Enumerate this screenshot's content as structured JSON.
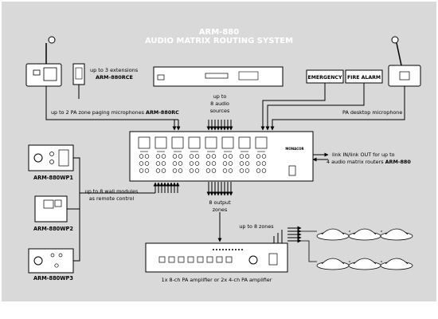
{
  "title": {
    "line1": "ARM-880",
    "line2": "AUDIO MATRIX ROUTING SYSTEM"
  },
  "labels": {
    "extensions_line1": "up to 3 extensions",
    "extensions_model": "ARM-880RCE",
    "paging_text": "up to 2 PA zone paging microphones",
    "paging_model": "ARM-880RC",
    "audio_sources_line1": "up to",
    "audio_sources_line2": "8 audio",
    "audio_sources_line3": "sources",
    "emergency": "EMERGENCY",
    "fire_alarm": "FIRE ALARM",
    "desktop_mic": "PA desktop microphone",
    "link_line1": "link IN/link OUT for up to",
    "link_line2_text": "4 audio matrix routers",
    "link_line2_model": "ARM-880",
    "wall_modules_line1": "up to 8 wall modules",
    "wall_modules_line2": "as remote control",
    "output_zones_line1": "8 output",
    "output_zones_line2": "zones",
    "up_to_8_zones": "up to 8 zones",
    "wp1": "ARM-880WP1",
    "wp2": "ARM-880WP2",
    "wp3": "ARM-880WP3",
    "amplifier_caption": "1x 8-ch PA amplifier or 2x 4-ch PA amplifier",
    "router_brand": "MONACOR"
  },
  "colors": {
    "background": "#d9d9d9",
    "device": "#ffffff",
    "outline": "#000000",
    "arrow": "#000000"
  }
}
